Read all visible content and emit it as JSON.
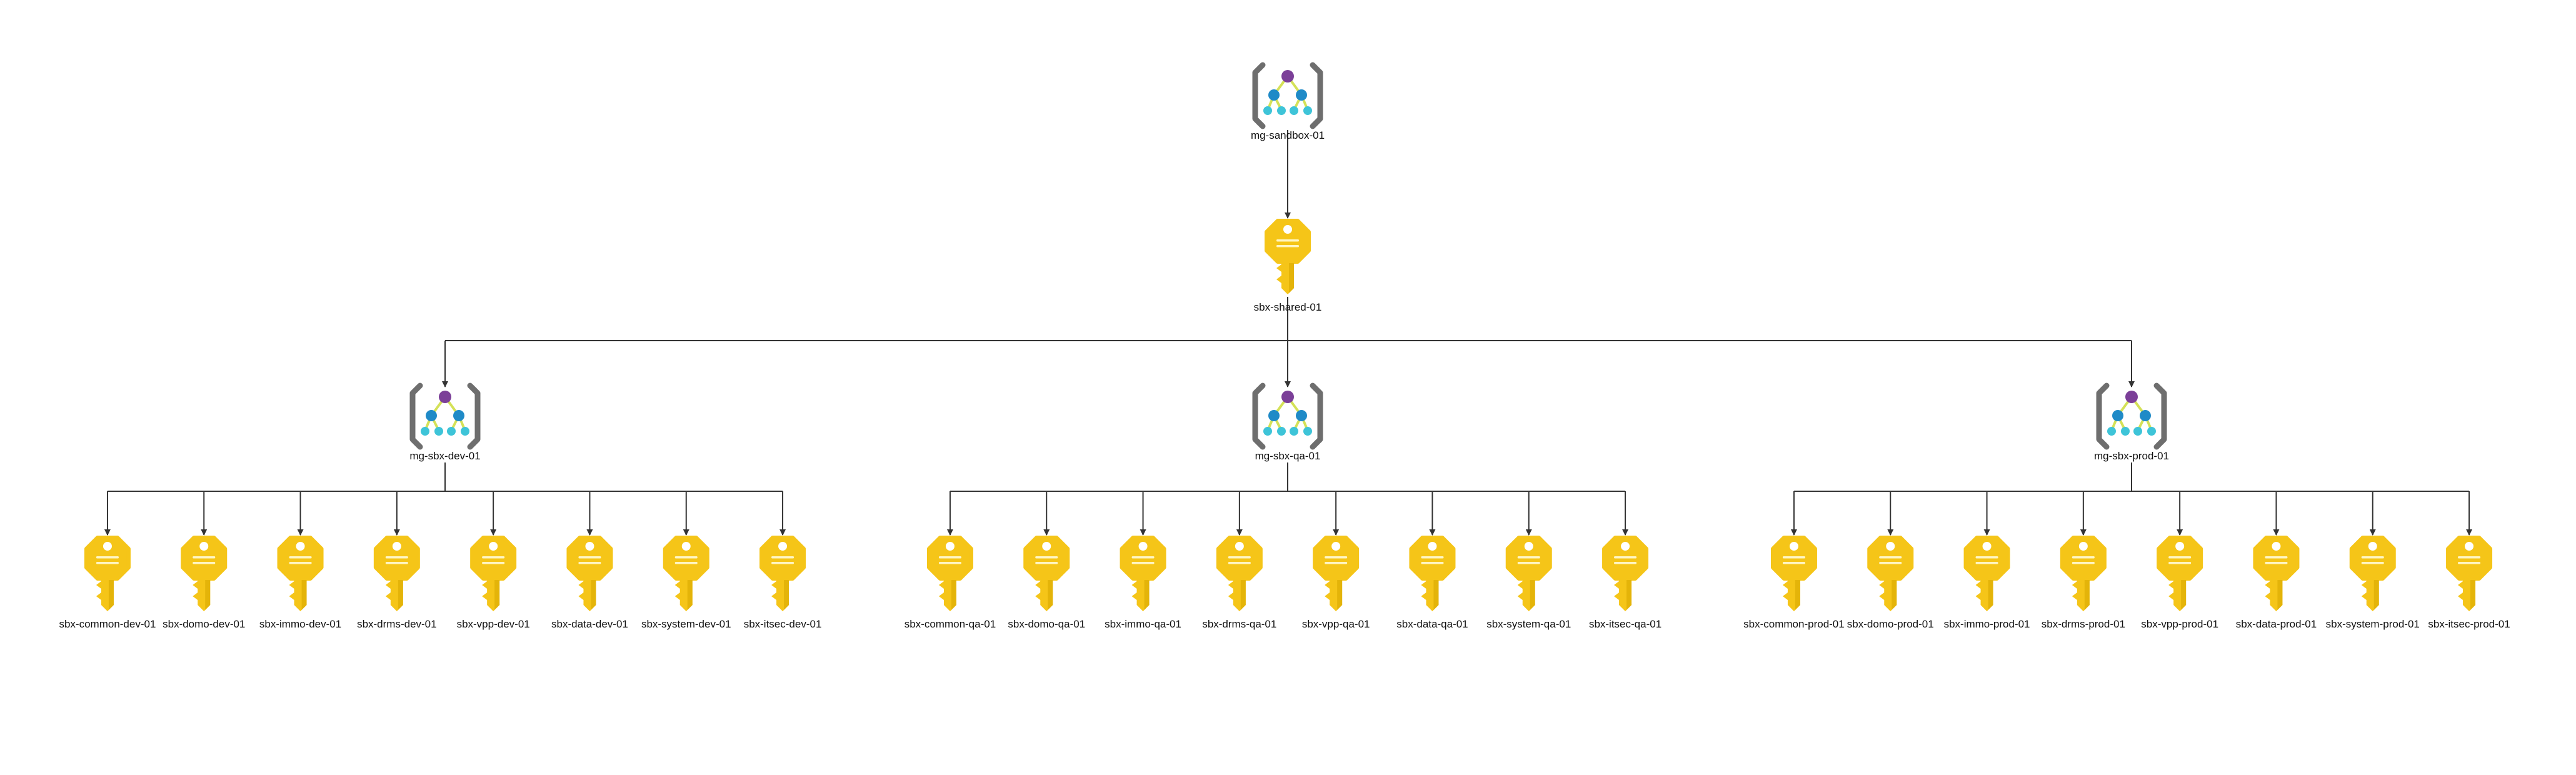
{
  "colors": {
    "edge": "#333333",
    "key_body": "#f5c518",
    "key_shade": "#d9a900",
    "mg_bracket": "#6e6e6e",
    "mg_top": "#7b3f98",
    "mg_mid": "#1f8ac7",
    "mg_leaf": "#3ec4d8",
    "mg_stem": "#d4e157"
  },
  "icons": {
    "management_group": "management-group-icon",
    "subscription": "subscription-key-icon"
  },
  "root": {
    "label": "mg-sandbox-01",
    "shared_subscription": {
      "label": "sbx-shared-01"
    },
    "groups": [
      {
        "label": "mg-sbx-dev-01",
        "subscriptions": [
          "sbx-common-dev-01",
          "sbx-domo-dev-01",
          "sbx-immo-dev-01",
          "sbx-drms-dev-01",
          "sbx-vpp-dev-01",
          "sbx-data-dev-01",
          "sbx-system-dev-01",
          "sbx-itsec-dev-01"
        ]
      },
      {
        "label": "mg-sbx-qa-01",
        "subscriptions": [
          "sbx-common-qa-01",
          "sbx-domo-qa-01",
          "sbx-immo-qa-01",
          "sbx-drms-qa-01",
          "sbx-vpp-qa-01",
          "sbx-data-qa-01",
          "sbx-system-qa-01",
          "sbx-itsec-qa-01"
        ]
      },
      {
        "label": "mg-sbx-prod-01",
        "subscriptions": [
          "sbx-common-prod-01",
          "sbx-domo-prod-01",
          "sbx-immo-prod-01",
          "sbx-drms-prod-01",
          "sbx-vpp-prod-01",
          "sbx-data-prod-01",
          "sbx-system-prod-01",
          "sbx-itsec-prod-01"
        ]
      }
    ]
  }
}
